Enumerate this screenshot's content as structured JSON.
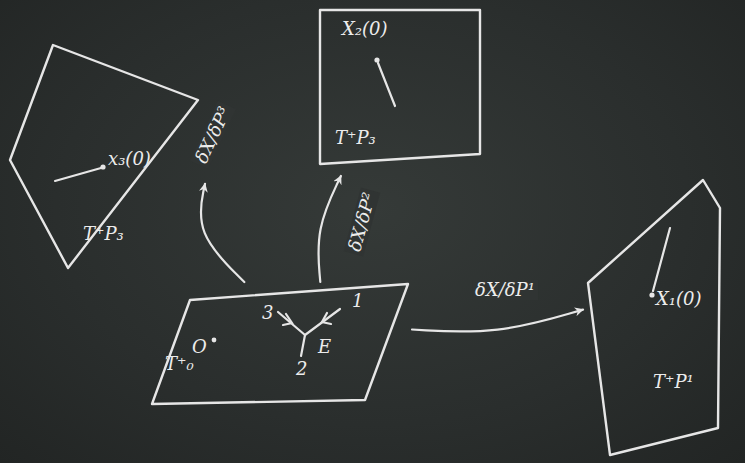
{
  "diagram": {
    "nodes": [
      {
        "text": [
          "T⁺₀",
          "O",
          "3",
          "1",
          "2",
          "E"
        ]
      },
      {
        "text": [
          "x₃(0)",
          "T⁺P₃"
        ]
      },
      {
        "text": [
          "X₂(0)",
          "T⁺P₃"
        ]
      },
      {
        "text": [
          "X₁(0)",
          "T⁺P¹"
        ]
      }
    ],
    "edges": [
      {
        "from": 0,
        "to": 1,
        "label": "δX/δP³",
        "arrow": "to"
      },
      {
        "from": 0,
        "to": 2,
        "label": "δX/δP²",
        "arrow": "to"
      },
      {
        "from": 0,
        "to": 3,
        "label": "δX/δP¹",
        "arrow": "to"
      }
    ]
  }
}
